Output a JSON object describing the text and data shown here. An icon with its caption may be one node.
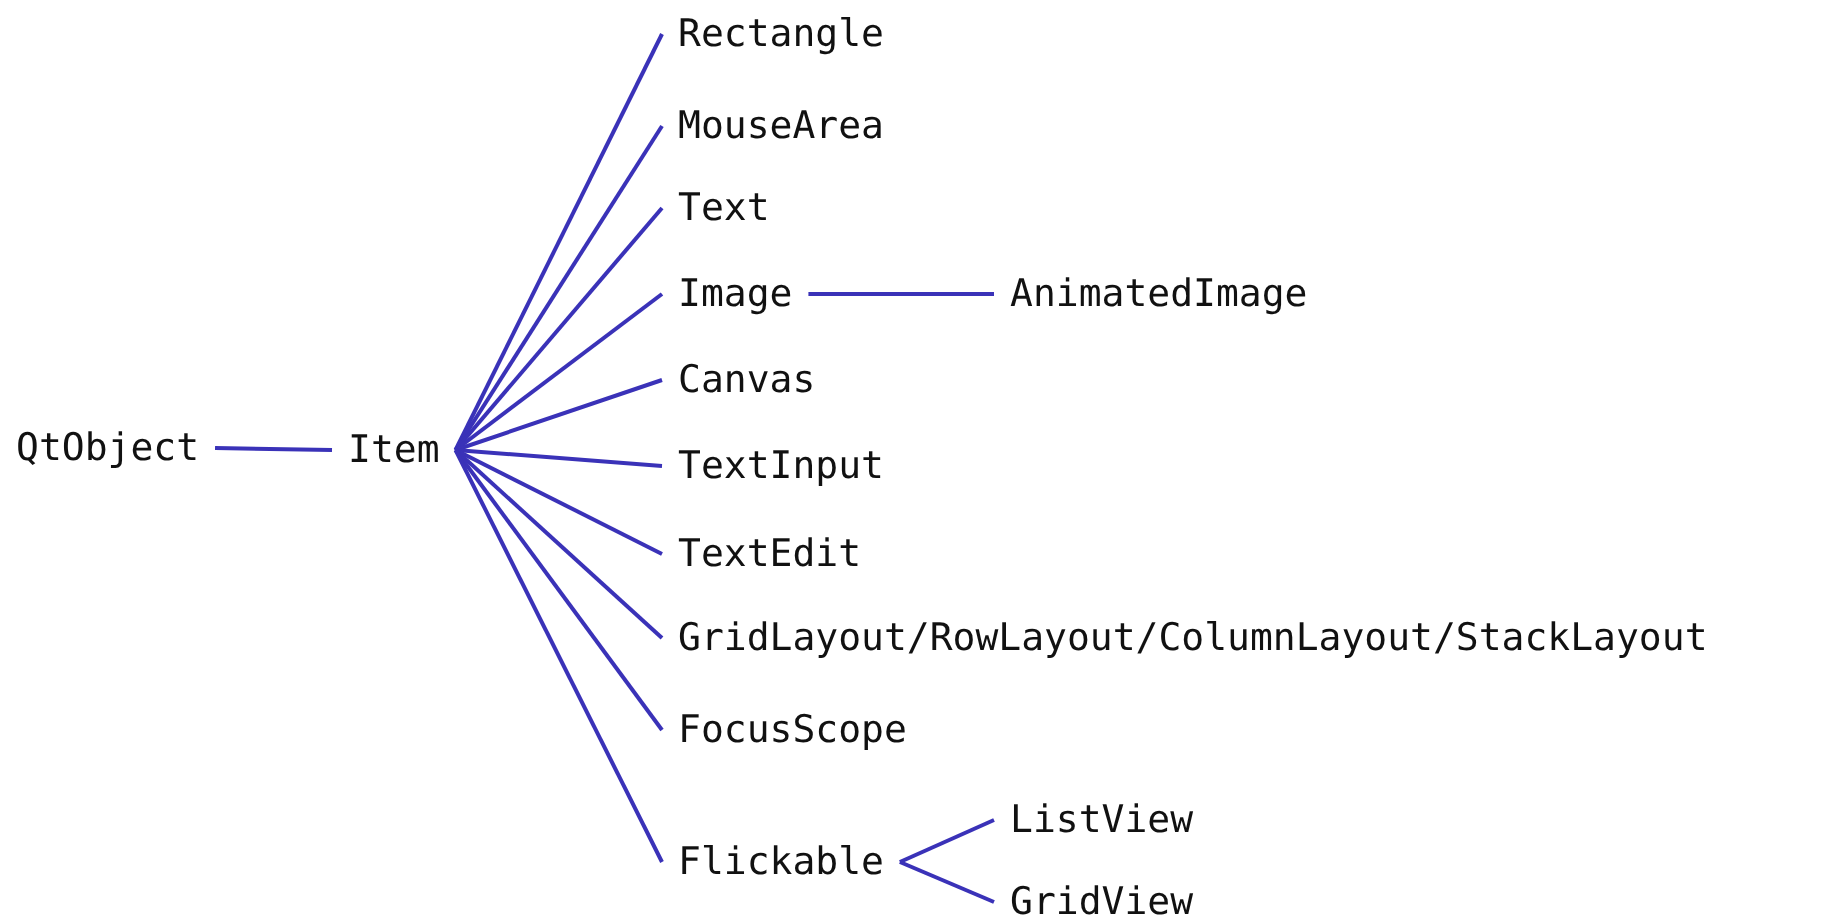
{
  "diagram": {
    "nodes": [
      {
        "text": [
          "QtObject"
        ]
      },
      {
        "text": [
          "Item"
        ]
      },
      {
        "text": [
          "Rectangle"
        ]
      },
      {
        "text": [
          "MouseArea"
        ]
      },
      {
        "text": [
          "Text"
        ]
      },
      {
        "text": [
          "Image"
        ]
      },
      {
        "text": [
          "AnimatedImage"
        ]
      },
      {
        "text": [
          "Canvas"
        ]
      },
      {
        "text": [
          "TextInput"
        ]
      },
      {
        "text": [
          "TextEdit"
        ]
      },
      {
        "text": [
          "GridLayout/RowLayout/ColumnLayout/StackLayout"
        ]
      },
      {
        "text": [
          "FocusScope"
        ]
      },
      {
        "text": [
          "Flickable"
        ]
      },
      {
        "text": [
          "ListView"
        ]
      },
      {
        "text": [
          "GridView"
        ]
      }
    ],
    "edges": [
      {
        "from": 0,
        "to": 1,
        "arrow": "none"
      },
      {
        "from": 1,
        "to": 2,
        "arrow": "none"
      },
      {
        "from": 1,
        "to": 3,
        "arrow": "none"
      },
      {
        "from": 1,
        "to": 4,
        "arrow": "none"
      },
      {
        "from": 1,
        "to": 5,
        "arrow": "none"
      },
      {
        "from": 5,
        "to": 6,
        "arrow": "none"
      },
      {
        "from": 1,
        "to": 7,
        "arrow": "none"
      },
      {
        "from": 1,
        "to": 8,
        "arrow": "none"
      },
      {
        "from": 1,
        "to": 9,
        "arrow": "none"
      },
      {
        "from": 1,
        "to": 10,
        "arrow": "none"
      },
      {
        "from": 1,
        "to": 11,
        "arrow": "none"
      },
      {
        "from": 1,
        "to": 12,
        "arrow": "none"
      },
      {
        "from": 12,
        "to": 13,
        "arrow": "none"
      },
      {
        "from": 12,
        "to": 14,
        "arrow": "none"
      }
    ]
  }
}
